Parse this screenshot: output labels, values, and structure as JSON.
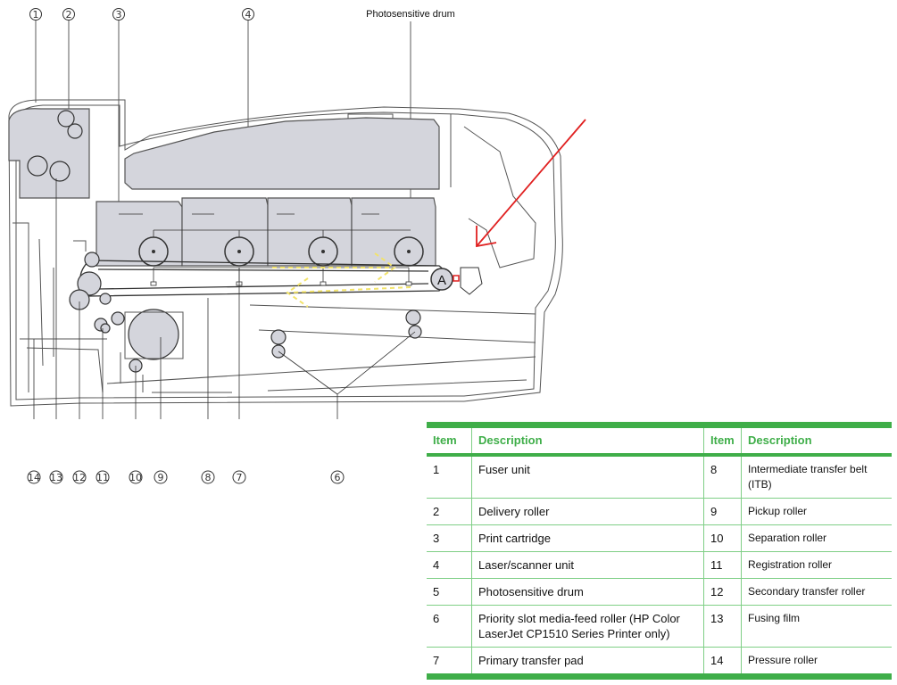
{
  "diagram": {
    "drum_label": "Photosensitive drum",
    "marker_label": "A",
    "callouts": [
      "1",
      "2",
      "3",
      "4",
      "14",
      "13",
      "12",
      "11",
      "10",
      "9",
      "8",
      "7",
      "6"
    ],
    "arrow_color": "#e02020",
    "dashed_arrow_color": "#f2e36a",
    "part_fill": "#d4d5dc"
  },
  "table": {
    "headers": [
      "Item",
      "Description",
      "Item",
      "Description"
    ],
    "accent": "#3fae49",
    "rows": [
      [
        "1",
        "Fuser unit",
        "8",
        "Intermediate transfer belt (ITB)"
      ],
      [
        "2",
        "Delivery roller",
        "9",
        "Pickup roller"
      ],
      [
        "3",
        "Print cartridge",
        "10",
        "Separation roller"
      ],
      [
        "4",
        "Laser/scanner unit",
        "11",
        "Registration roller"
      ],
      [
        "5",
        "Photosensitive drum",
        "12",
        "Secondary transfer roller"
      ],
      [
        "6",
        "Priority slot media-feed roller (HP Color LaserJet CP1510 Series Printer only)",
        "13",
        "Fusing film"
      ],
      [
        "7",
        "Primary transfer pad",
        "14",
        "Pressure roller"
      ]
    ]
  }
}
